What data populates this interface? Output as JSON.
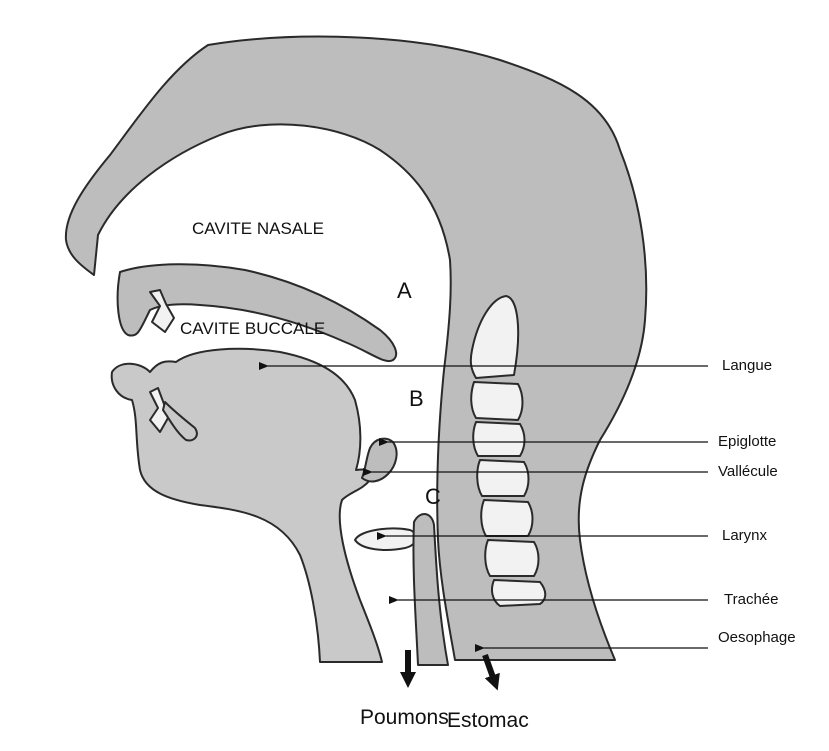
{
  "regions": {
    "nasal_cavity": "CAVITE NASALE",
    "oral_cavity": "CAVITE BUCCALE",
    "zone_a": "A",
    "zone_b": "B",
    "zone_c": "C"
  },
  "labels": {
    "tongue": "Langue",
    "epiglottis": "Epiglotte",
    "vallecula": "Vallécule",
    "larynx": "Larynx",
    "trachea": "Trachée",
    "esophagus": "Oesophage"
  },
  "destinations": {
    "lungs": "Poumons",
    "stomach": "Estomac"
  }
}
